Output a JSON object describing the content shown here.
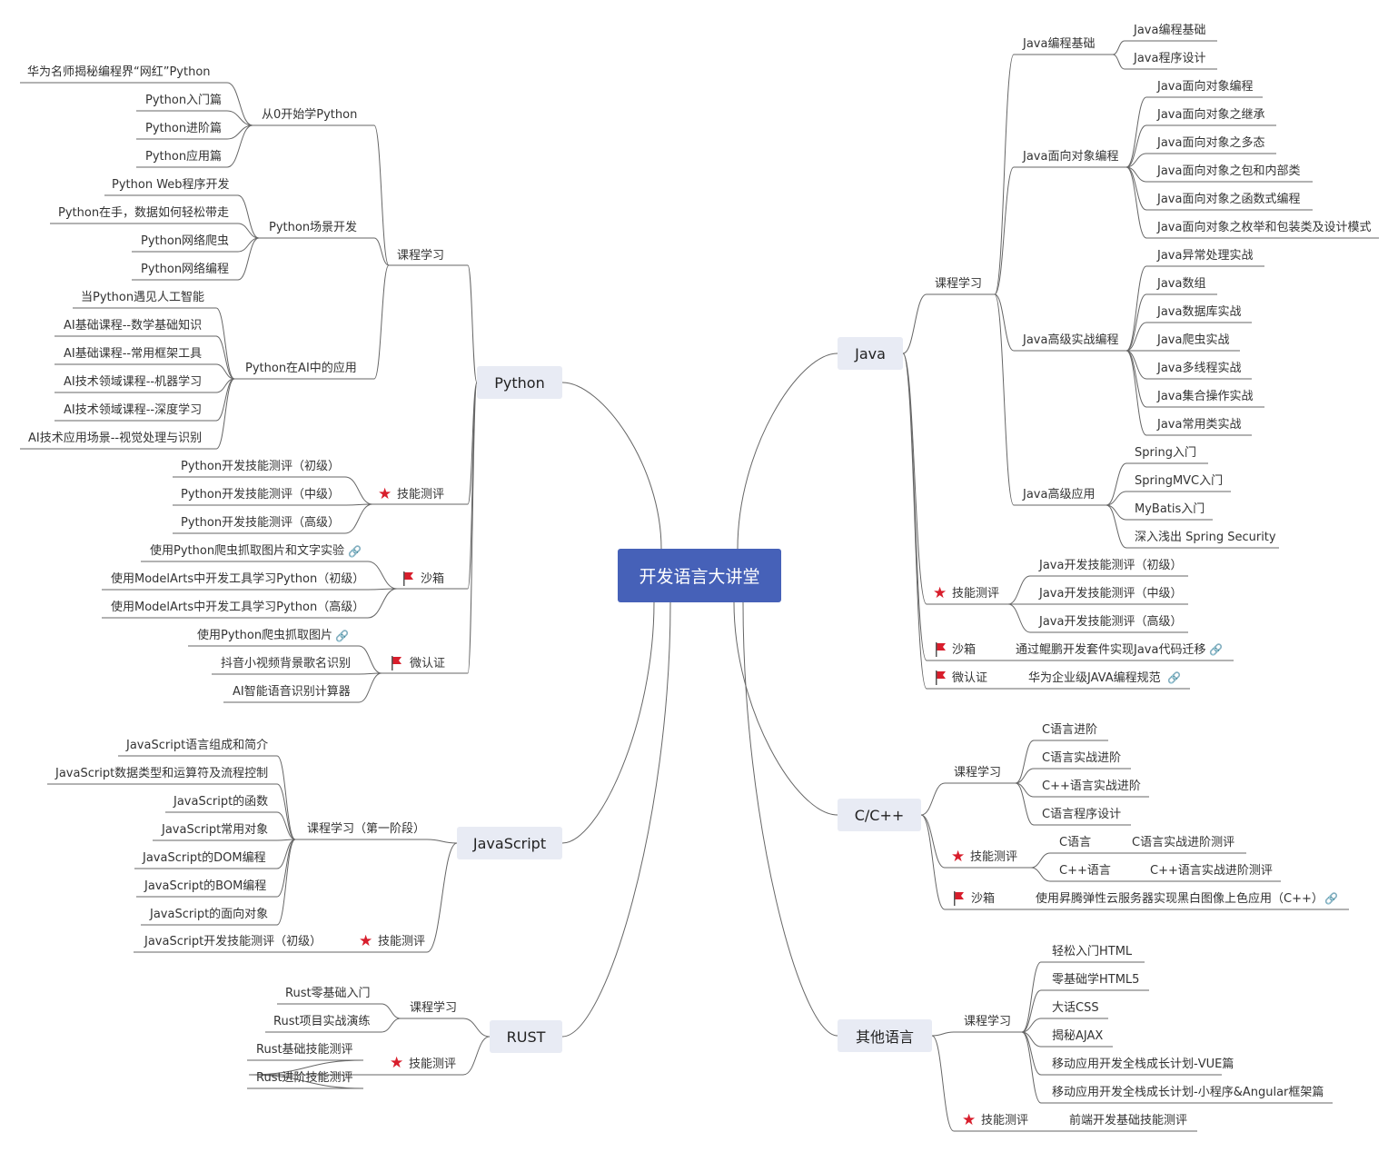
{
  "root": "开发语言大讲堂",
  "colors": {
    "root": "#4661b8",
    "branch": "#e8ebf4",
    "line": "#666666",
    "star": "#d81e2c",
    "flag": "#d81e2c",
    "link": "#4a86c8"
  },
  "branches": {
    "python": "Python",
    "javascript": "JavaScript",
    "rust": "RUST",
    "java": "Java",
    "cpp": "C/C++",
    "other": "其他语言"
  },
  "python": {
    "course": "课程学习",
    "from0": "从0开始学Python",
    "from0_items": [
      "华为名师揭秘编程界“网红”Python",
      "Python入门篇",
      "Python进阶篇",
      "Python应用篇"
    ],
    "scene": "Python场景开发",
    "scene_items": [
      "Python Web程序开发",
      "Python在手，数据如何轻松带走",
      "Python网络爬虫",
      "Python网络编程"
    ],
    "ai": "Python在AI中的应用",
    "ai_items": [
      "当Python遇见人工智能",
      "AI基础课程--数学基础知识",
      "AI基础课程--常用框架工具",
      "AI技术领域课程--机器学习",
      "AI技术领域课程--深度学习",
      "AI技术应用场景--视觉处理与识别"
    ],
    "test": "技能测评",
    "test_items": [
      "Python开发技能测评（初级）",
      "Python开发技能测评（中级）",
      "Python开发技能测评（高级）"
    ],
    "sandbox": "沙箱",
    "sandbox_items": [
      "使用Python爬虫抓取图片和文字实验",
      "使用ModelArts中开发工具学习Python（初级）",
      "使用ModelArts中开发工具学习Python（高级）"
    ],
    "micro": "微认证",
    "micro_items": [
      "使用Python爬虫抓取图片",
      "抖音小视频背景歌名识别",
      "AI智能语音识别计算器"
    ]
  },
  "javascript": {
    "course": "课程学习（第一阶段）",
    "course_items": [
      "JavaScript语言组成和简介",
      "JavaScript数据类型和运算符及流程控制",
      "JavaScript的函数",
      "JavaScript常用对象",
      "JavaScript的DOM编程",
      "JavaScript的BOM编程",
      "JavaScript的面向对象"
    ],
    "test": "技能测评",
    "test_item": "JavaScript开发技能测评（初级）"
  },
  "rust": {
    "course": "课程学习",
    "course_items": [
      "Rust零基础入门",
      "Rust项目实战演练"
    ],
    "test": "技能测评",
    "test_items": [
      "Rust基础技能测评",
      "Rust进阶技能测评"
    ]
  },
  "java": {
    "course": "课程学习",
    "basic": "Java编程基础",
    "basic_items": [
      "Java编程基础",
      "Java程序设计"
    ],
    "oop": "Java面向对象编程",
    "oop_items": [
      "Java面向对象编程",
      "Java面向对象之继承",
      "Java面向对象之多态",
      "Java面向对象之包和内部类",
      "Java面向对象之函数式编程",
      "Java面向对象之枚举和包装类及设计模式"
    ],
    "adv": "Java高级实战编程",
    "adv_items": [
      "Java异常处理实战",
      "Java数组",
      "Java数据库实战",
      "Java爬虫实战",
      "Java多线程实战",
      "Java集合操作实战",
      "Java常用类实战"
    ],
    "app": "Java高级应用",
    "app_items": [
      "Spring入门",
      "SpringMVC入门",
      "MyBatis入门",
      "深入浅出 Spring Security"
    ],
    "test": "技能测评",
    "test_items": [
      "Java开发技能测评（初级）",
      "Java开发技能测评（中级）",
      "Java开发技能测评（高级）"
    ],
    "sandbox": "沙箱",
    "sandbox_item": "通过鲲鹏开发套件实现Java代码迁移",
    "micro": "微认证",
    "micro_item": "华为企业级JAVA编程规范"
  },
  "cpp": {
    "course": "课程学习",
    "course_items": [
      "C语言进阶",
      "C语言实战进阶",
      "C++语言实战进阶",
      "C语言程序设计"
    ],
    "test": "技能测评",
    "test_c": "C语言",
    "test_c_item": "C语言实战进阶测评",
    "test_cpp": "C++语言",
    "test_cpp_item": "C++语言实战进阶测评",
    "sandbox": "沙箱",
    "sandbox_item": "使用昇腾弹性云服务器实现黑白图像上色应用（C++）"
  },
  "other": {
    "course": "课程学习",
    "course_items": [
      "轻松入门HTML",
      "零基础学HTML5",
      "大话CSS",
      "揭秘AJAX",
      "移动应用开发全栈成长计划-VUE篇",
      "移动应用开发全栈成长计划-小程序&Angular框架篇"
    ],
    "test": "技能测评",
    "test_item": "前端开发基础技能测评"
  }
}
